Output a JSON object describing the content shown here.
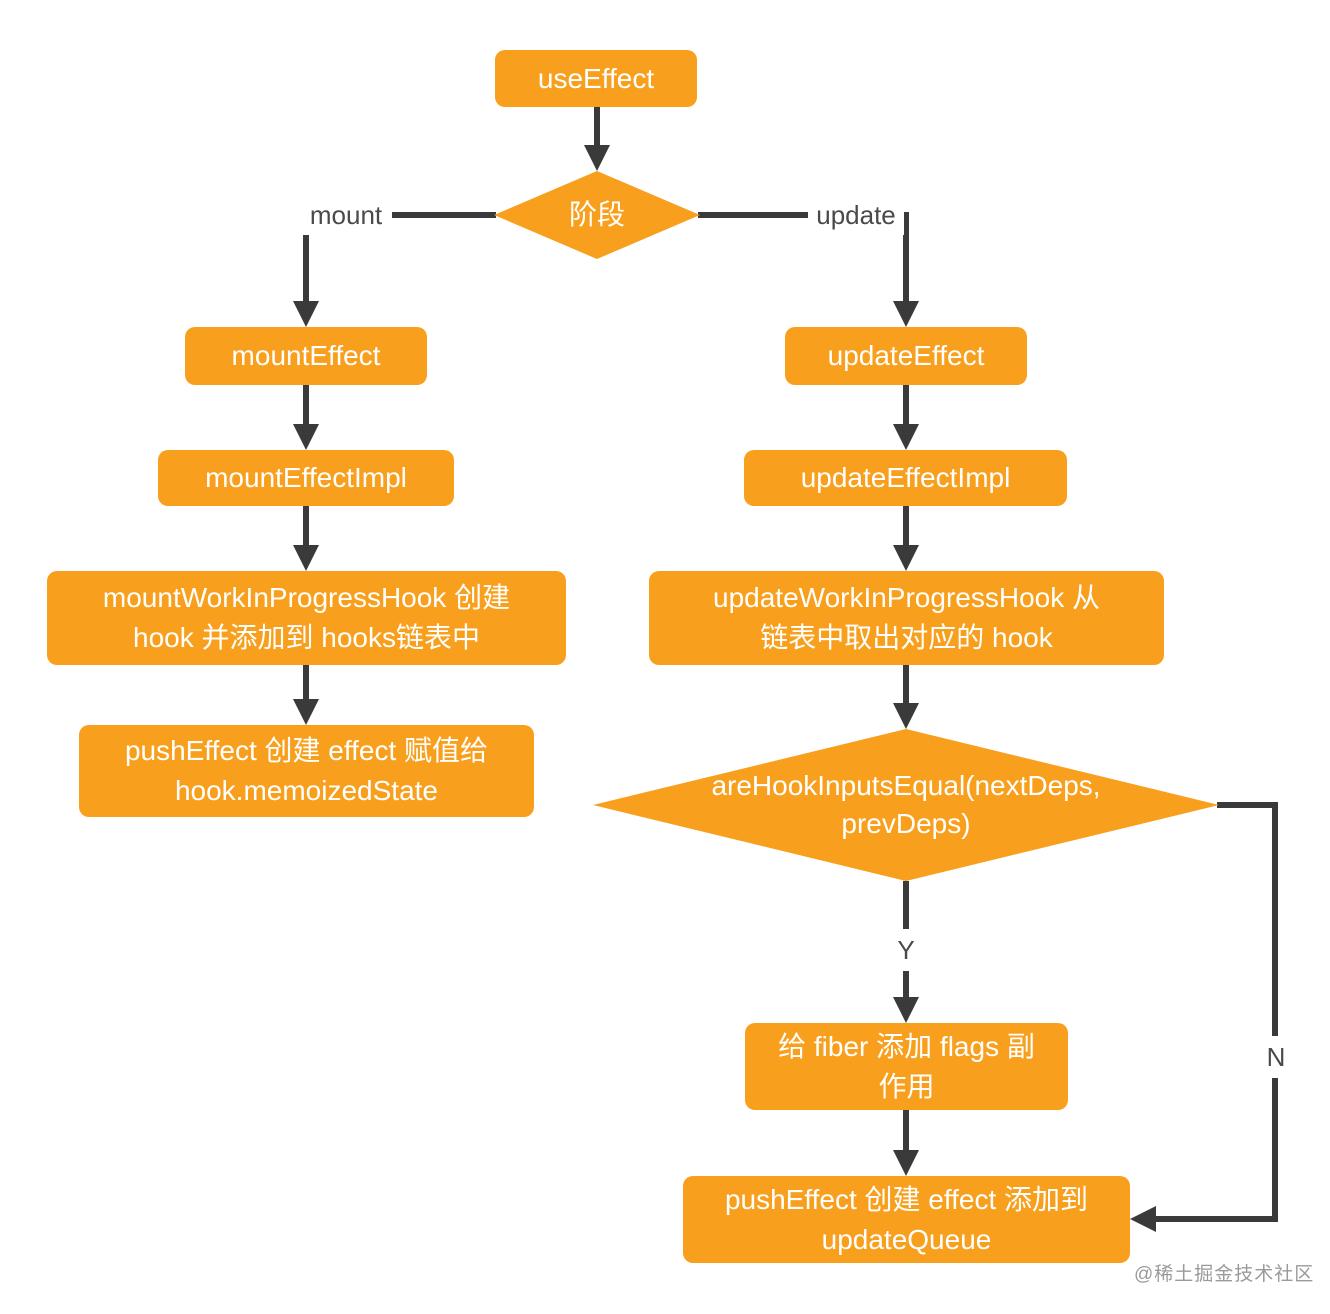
{
  "colors": {
    "background": "#FFFFFF",
    "node_fill": "#F8A01D",
    "node_text": "#FFFFFF",
    "connector": "#3A3A3A",
    "edge_label_text": "#4A4A4A",
    "watermark_text": "#9A9A9A"
  },
  "flowchart": {
    "nodes": {
      "use_effect": "useEffect",
      "phase": "阶段",
      "mount_effect": "mountEffect",
      "mount_effect_impl": "mountEffectImpl",
      "mount_work_in_progress_hook": "mountWorkInProgressHook 创建 hook 并添加到 hooks链表中",
      "push_effect_mount": "pushEffect 创建 effect 赋值给 hook.memoizedState",
      "update_effect": "updateEffect",
      "update_effect_impl": "updateEffectImpl",
      "update_work_in_progress_hook": "updateWorkInProgressHook 从链表中取出对应的 hook",
      "are_hook_inputs_equal": "areHookInputsEqual(nextDeps, prevDeps)",
      "add_fiber_flags": "给 fiber 添加 flags 副作用",
      "push_effect_update": "pushEffect 创建 effect 添加到 updateQueue"
    },
    "edge_labels": {
      "mount": "mount",
      "update": "update",
      "yes": "Y",
      "no": "N"
    }
  },
  "watermark": "@稀土掘金技术社区"
}
